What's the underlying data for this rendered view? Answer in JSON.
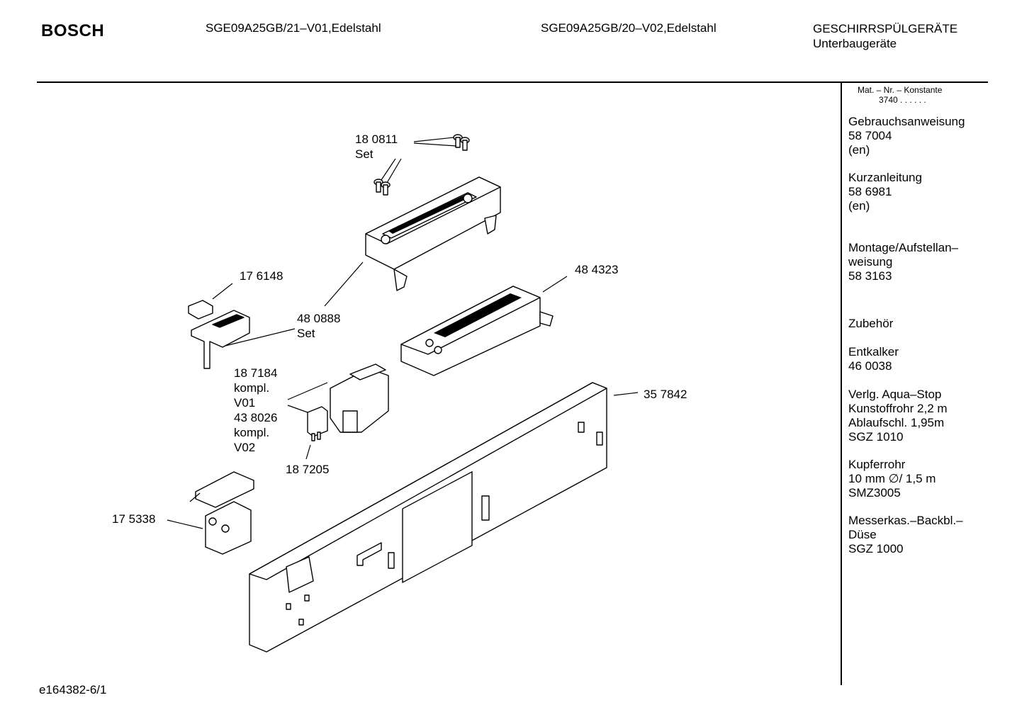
{
  "header": {
    "brand": "BOSCH",
    "model_1": "SGE09A25GB/21–V01,Edelstahl",
    "model_2": "SGE09A25GB/20–V02,Edelstahl",
    "category_1": "GESCHIRRSPÜLGERÄTE",
    "category_2": "Unterbaugeräte"
  },
  "sidebar": {
    "konstante_label": "Mat. – Nr. – Konstante",
    "konstante_value": "3740 . .   . . . .",
    "items": [
      {
        "title": "Gebrauchsanweisung",
        "number": "58 7004",
        "note": "(en)"
      },
      {
        "title": "Kurzanleitung",
        "number": "58 6981",
        "note": "(en)"
      },
      {
        "title": "Montage/Aufstellan–",
        "title_2": "weisung",
        "number": "58 3163"
      },
      {
        "title": "Zubehör"
      },
      {
        "title": "Entkalker",
        "number": "46 0038"
      },
      {
        "title": "Verlg. Aqua–Stop",
        "line_2": "Kunstoffrohr 2,2 m",
        "line_3": "Ablaufschl. 1,95m",
        "number": "SGZ 1010"
      },
      {
        "title": "Kupferrohr",
        "line_2": "10 mm ∅/ 1,5 m",
        "number": "SMZ3005"
      },
      {
        "title": "Messerkas.–Backbl.–",
        "line_2": "Düse",
        "number": "SGZ 1000"
      }
    ]
  },
  "parts": {
    "p180811": {
      "number": "18 0811",
      "note": "Set"
    },
    "p176148": {
      "number": "17 6148"
    },
    "p480888": {
      "number": "48 0888",
      "note": "Set"
    },
    "p484323": {
      "number": "48 4323"
    },
    "p187184": {
      "number": "18 7184",
      "note": "kompl.",
      "variant": "V01"
    },
    "p438026": {
      "number": "43 8026",
      "note": "kompl.",
      "variant": "V02"
    },
    "p357842": {
      "number": "35 7842"
    },
    "p187205": {
      "number": "18 7205"
    },
    "p175338": {
      "number": "17 5338"
    }
  },
  "footer": {
    "code": "e164382-6/1"
  }
}
